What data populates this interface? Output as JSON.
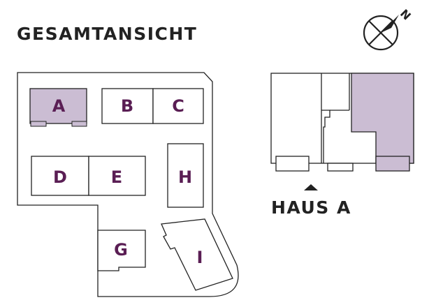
{
  "title": "GESAMTANSICHT",
  "compass": {
    "north_label": "N",
    "icon": "north-arrow-icon"
  },
  "buildings": {
    "a": "A",
    "b": "B",
    "c": "C",
    "d": "D",
    "e": "E",
    "g": "G",
    "h": "H",
    "i": "I"
  },
  "selected_building": "A",
  "detail": {
    "label": "HAUS A",
    "marker_icon": "triangle-up-icon"
  },
  "colors": {
    "highlight": "#cbbdd3",
    "label_text": "#5a1e54",
    "outline": "#222222"
  }
}
